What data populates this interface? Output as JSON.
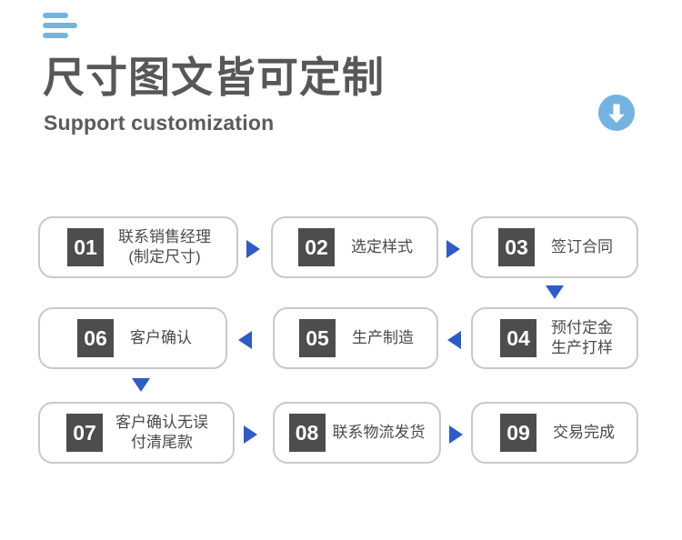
{
  "header": {
    "menu_icon": "menu-bars-icon",
    "title": "尺寸图文皆可定制",
    "subtitle": "Support customization",
    "scroll_icon": "arrow-down-circle-icon",
    "accent_color": "#74b3df",
    "title_color": "#575757"
  },
  "flowchart": {
    "arrow_color": "#2f5bc4",
    "badge_color": "#4d4d4d",
    "box_border_color": "#c9c9c9",
    "rows": [
      {
        "direction": "right",
        "steps": [
          {
            "number": "01",
            "label": "联系销售经理\n(制定尺寸)"
          },
          {
            "number": "02",
            "label": "选定样式"
          },
          {
            "number": "03",
            "label": "签订合同"
          }
        ]
      },
      {
        "direction": "left",
        "steps": [
          {
            "number": "06",
            "label": "客户确认"
          },
          {
            "number": "05",
            "label": "生产制造"
          },
          {
            "number": "04",
            "label": "预付定金\n生产打样"
          }
        ]
      },
      {
        "direction": "right",
        "steps": [
          {
            "number": "07",
            "label": "客户确认无误\n付清尾款"
          },
          {
            "number": "08",
            "label": "联系物流发货"
          },
          {
            "number": "09",
            "label": "交易完成"
          }
        ]
      }
    ],
    "connectors": [
      {
        "name": "arrow-down-03-04",
        "glyph": "▼"
      },
      {
        "name": "arrow-down-06-07",
        "glyph": "▼"
      }
    ]
  }
}
